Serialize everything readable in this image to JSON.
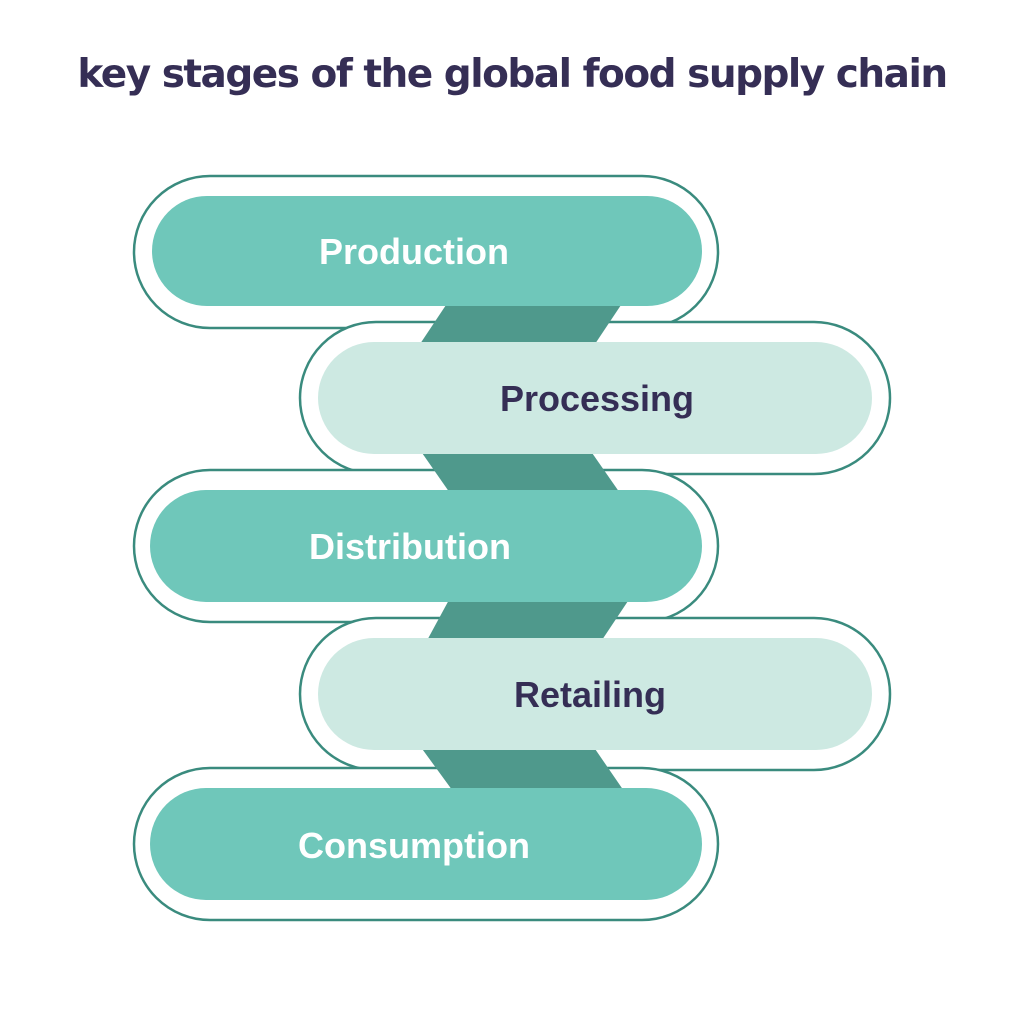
{
  "title": "key stages of the global food supply chain",
  "colors": {
    "background": "#ffffff",
    "teal_pill": "#6fc7ba",
    "mint_pill": "#cde9e2",
    "connector": "#4f998c",
    "outline": "#3a8b7e",
    "title_text": "#352e55",
    "dark_label_text": "#352e55",
    "light_label_text": "#ffffff"
  },
  "stages": [
    {
      "order": 1,
      "label": "Production",
      "variant": "teal",
      "side": "left"
    },
    {
      "order": 2,
      "label": "Processing",
      "variant": "mint",
      "side": "right"
    },
    {
      "order": 3,
      "label": "Distribution",
      "variant": "teal",
      "side": "left"
    },
    {
      "order": 4,
      "label": "Retailing",
      "variant": "mint",
      "side": "right"
    },
    {
      "order": 5,
      "label": "Consumption",
      "variant": "teal",
      "side": "left"
    }
  ]
}
